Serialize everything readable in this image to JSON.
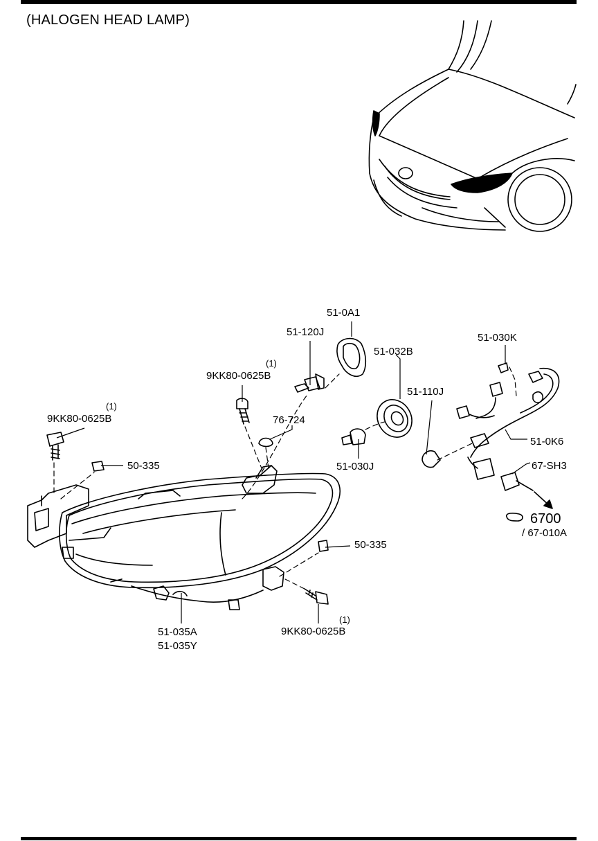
{
  "title": "(HALOGEN HEAD LAMP)",
  "parts": {
    "p51_0A1": "51-0A1",
    "p51_120J": "51-120J",
    "p51_032B": "51-032B",
    "p51_030K": "51-030K",
    "p51_110J": "51-110J",
    "p51_0K6": "51-0K6",
    "p51_030J": "51-030J",
    "p67_SH3": "67-SH3",
    "p76_724": "76-724",
    "p50_335_a": "50-335",
    "p50_335_b": "50-335",
    "bolt_a": "9KK80-0625B",
    "bolt_b": "9KK80-0625B",
    "bolt_c": "9KK80-0625B",
    "qty_a": "(1)",
    "qty_b": "(1)",
    "qty_c": "(1)",
    "p51_035A": "51-035A",
    "p51_035Y": "51-035Y",
    "ref_6700": "6700",
    "ref_67_010A": "/ 67-010A"
  },
  "colors": {
    "ink": "#000000",
    "paper": "#ffffff"
  }
}
